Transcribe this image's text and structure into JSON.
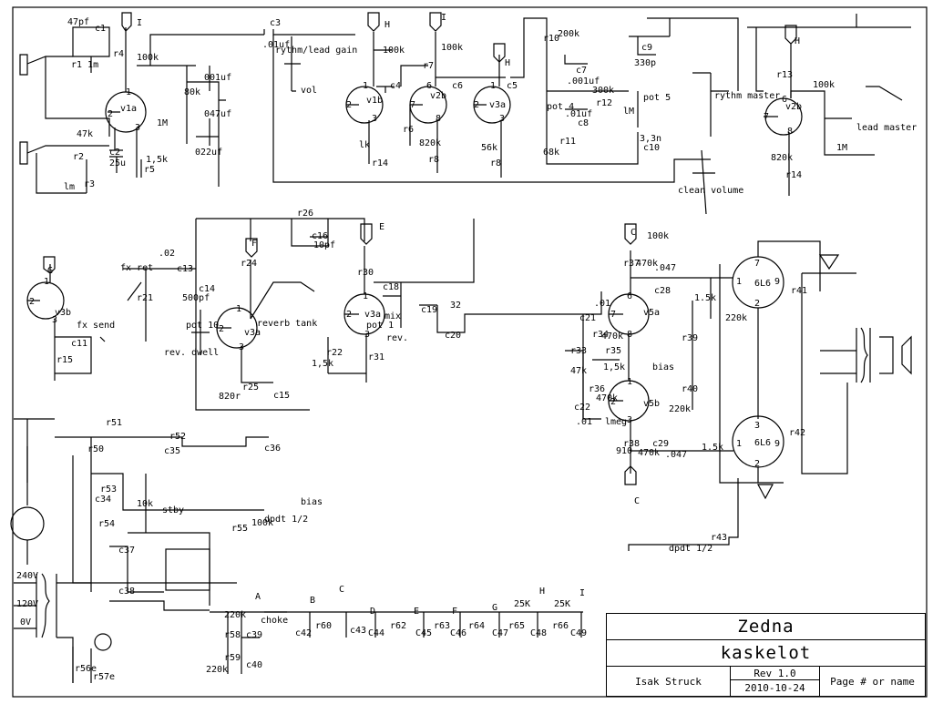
{
  "title_block": {
    "company": "Zedna",
    "project": "kaskelot",
    "author": "Isak Struck",
    "revision": "Rev 1.0",
    "date": "2010-10-24",
    "page": "Page # or name"
  },
  "labels": {
    "c47pf": "47pf",
    "c1": "c1",
    "r1": "r1 1m",
    "k47": "47k",
    "r2": "r2",
    "r3": "r3",
    "lm1": "lm",
    "i_top": "I",
    "r4": "r4",
    "k100a": "100k",
    "v1a": "v1a",
    "r1M_a": "1M",
    "c2": "c2",
    "c25u": "25u",
    "r5": "r5",
    "k1_5a": "1,5k",
    "k80": "80k",
    "uf001": "001uf",
    "uf047": "047uf",
    "uf022": "022uf",
    "c3": "c3",
    "uf01a": ".01uf",
    "rythm_lead_gain": "rythm/lead gain",
    "vol": "vol",
    "h1": "H",
    "k100b": "100k",
    "v1b": "v1b",
    "c4": "c4",
    "lk": "lk",
    "r14a": "r14",
    "i2": "I",
    "k100c": "100k",
    "r7": "r7",
    "v2b": "v2b",
    "c6": "c6",
    "r6": "r6",
    "r8a": "r8",
    "k820a": "820k",
    "h2": "H",
    "v3a_top": "v3a",
    "c5": "c5",
    "k56": "56k",
    "r8b": "r8",
    "r10": "r10",
    "k200": "200k",
    "c9": "c9",
    "p330": "330p",
    "c7": "c7",
    "uf001b": ".001uf",
    "k300": "300k",
    "r12": "r12",
    "pot4": "pot 4",
    "pot5": "pot 5",
    "lm2": "lM",
    "uf01b": ".01uf",
    "c8": "c8",
    "k68": "68k",
    "r11": "r11",
    "n3_3": "3,3n",
    "c10": "c10",
    "rythm_master": "rythm master",
    "h3": "H",
    "r13": "r13",
    "k100d": "100k",
    "v2b_r": "v2b",
    "lead_master": "lead master",
    "k820b": "820k",
    "r14b": "r14",
    "lM3": "1M",
    "clean_volume": "clean volume",
    "g": "G",
    "v3b": "v3b",
    "r15": "r15",
    "c11": "c11",
    "fx_send": "fx send",
    "fx_ret": "fx ret",
    "v02": ".02",
    "r21": "r21",
    "c13": "c13",
    "f": "F",
    "r24": "r24",
    "p500": "500pf",
    "c14": "c14",
    "rev_dwell": "rev. dwell",
    "pot10": "pot 10",
    "v3a_mid": "v3a",
    "reverb_tank": "reverb tank",
    "r25": "r25",
    "k820c": "820r",
    "c15": "c15",
    "r26": "r26",
    "c16": "c16",
    "p10": "10pf",
    "e": "E",
    "r30": "r30",
    "c18": "c18",
    "v3a_mix": "v3a",
    "mix": "mix",
    "pot1": "pot 1",
    "rev": "rev.",
    "c19": "c19",
    "r32": "32",
    "c20": "c20",
    "r31": "r31",
    "k1_5b": "1,5k",
    "r22": "r22",
    "c_top": "C",
    "k100e": "100k",
    "r37": "r37",
    "k470a": "470k",
    "v047a": ".047",
    "c28": "c28",
    "c21": "c21",
    "v01a": ".01",
    "v5a": "v5a",
    "r34": "r34",
    "k470b": "470k",
    "r33": "r33",
    "k47b": "47k",
    "r35": "r35",
    "k1_5c": "1,5k",
    "bias1": "bias",
    "r36": "r36",
    "k470c": "470k",
    "c22": "c22",
    "v01b": ".01",
    "lmeg": "lmeg",
    "v5b": "v5b",
    "r38": "r38",
    "n910": "910",
    "k470d": "470k",
    "c29": "c29",
    "v047b": ".047",
    "c_bot": "C",
    "k1_5d": "1.5k",
    "k220a": "220k",
    "r39": "r39",
    "r40": "r40",
    "k220b": "220k",
    "k1_5e": "1.5k",
    "t6l6a": "6L6",
    "t6l6b": "6L6",
    "r41": "r41",
    "r42": "r42",
    "r51": "r51",
    "r50": "r50",
    "r52": "r52",
    "c35": "c35",
    "c36": "c36",
    "r53": "r53",
    "c34": "c34",
    "k10": "10k",
    "stby": "stby",
    "r54": "r54",
    "r55": "r55",
    "k100f": "100k",
    "dpdt1": "dpdt 1/2",
    "bias2": "bias",
    "c37": "c37",
    "c38": "c38",
    "v240": "240V",
    "v120": "120V",
    "v0": "0V",
    "r56e": "r56e",
    "r57e": "r57e",
    "r58": "r58",
    "k220c": "220k",
    "r59": "r59",
    "k220d": "220k",
    "c39": "c39",
    "c40": "c40",
    "a": "A",
    "choke": "choke",
    "b": "B",
    "c42": "c42",
    "r60": "r60",
    "c2n": "C",
    "c43": "c43",
    "c44": "C44",
    "d": "D",
    "r62": "r62",
    "e2": "E",
    "c45": "C45",
    "r63": "r63",
    "f2": "F",
    "c46": "C46",
    "r64": "r64",
    "g2": "G",
    "c47": "C47",
    "r65": "r65",
    "k25a": "25K",
    "h4": "H",
    "c48": "C48",
    "r66": "r66",
    "k25b": "25K",
    "i3": "I",
    "c49": "C49",
    "r43": "r43",
    "dpdt2": "dpdt 1/2"
  }
}
